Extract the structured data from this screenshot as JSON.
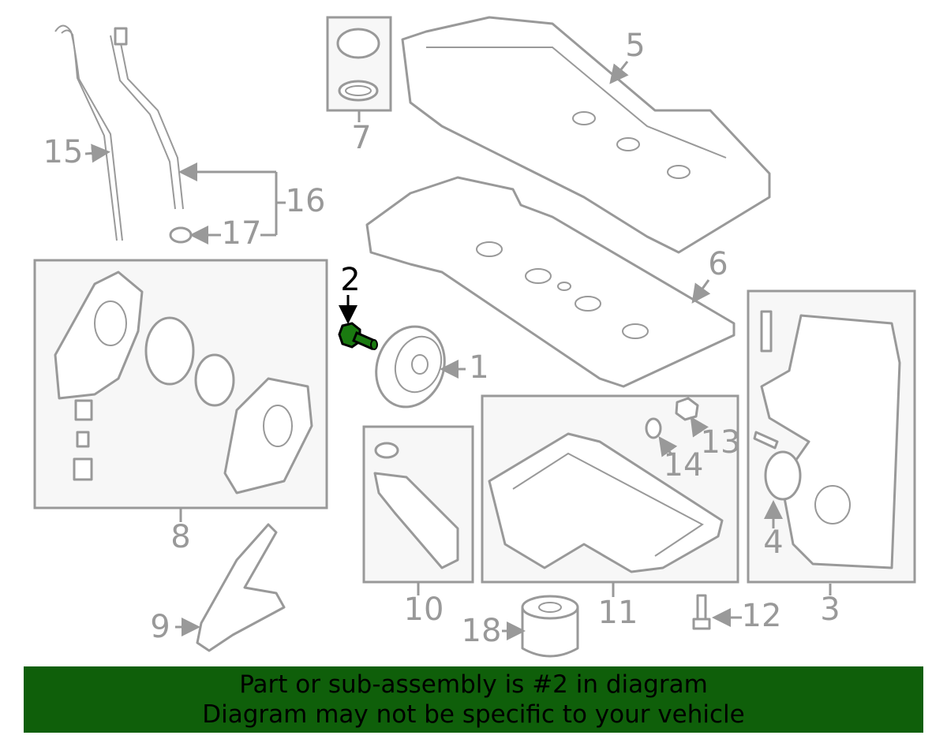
{
  "callouts": {
    "c1": "1",
    "c2": "2",
    "c3": "3",
    "c4": "4",
    "c5": "5",
    "c6": "6",
    "c7": "7",
    "c8": "8",
    "c9": "9",
    "c10": "10",
    "c11": "11",
    "c12": "12",
    "c13": "13",
    "c14": "14",
    "c15": "15",
    "c16": "16",
    "c17": "17",
    "c18": "18"
  },
  "highlight": {
    "part_number": "2",
    "color": "#1a7a10"
  },
  "banner": {
    "line1": "Part or sub-assembly is #2 in diagram",
    "line2": "Diagram may not be specific to your vehicle",
    "color": "#0f5f0a"
  }
}
